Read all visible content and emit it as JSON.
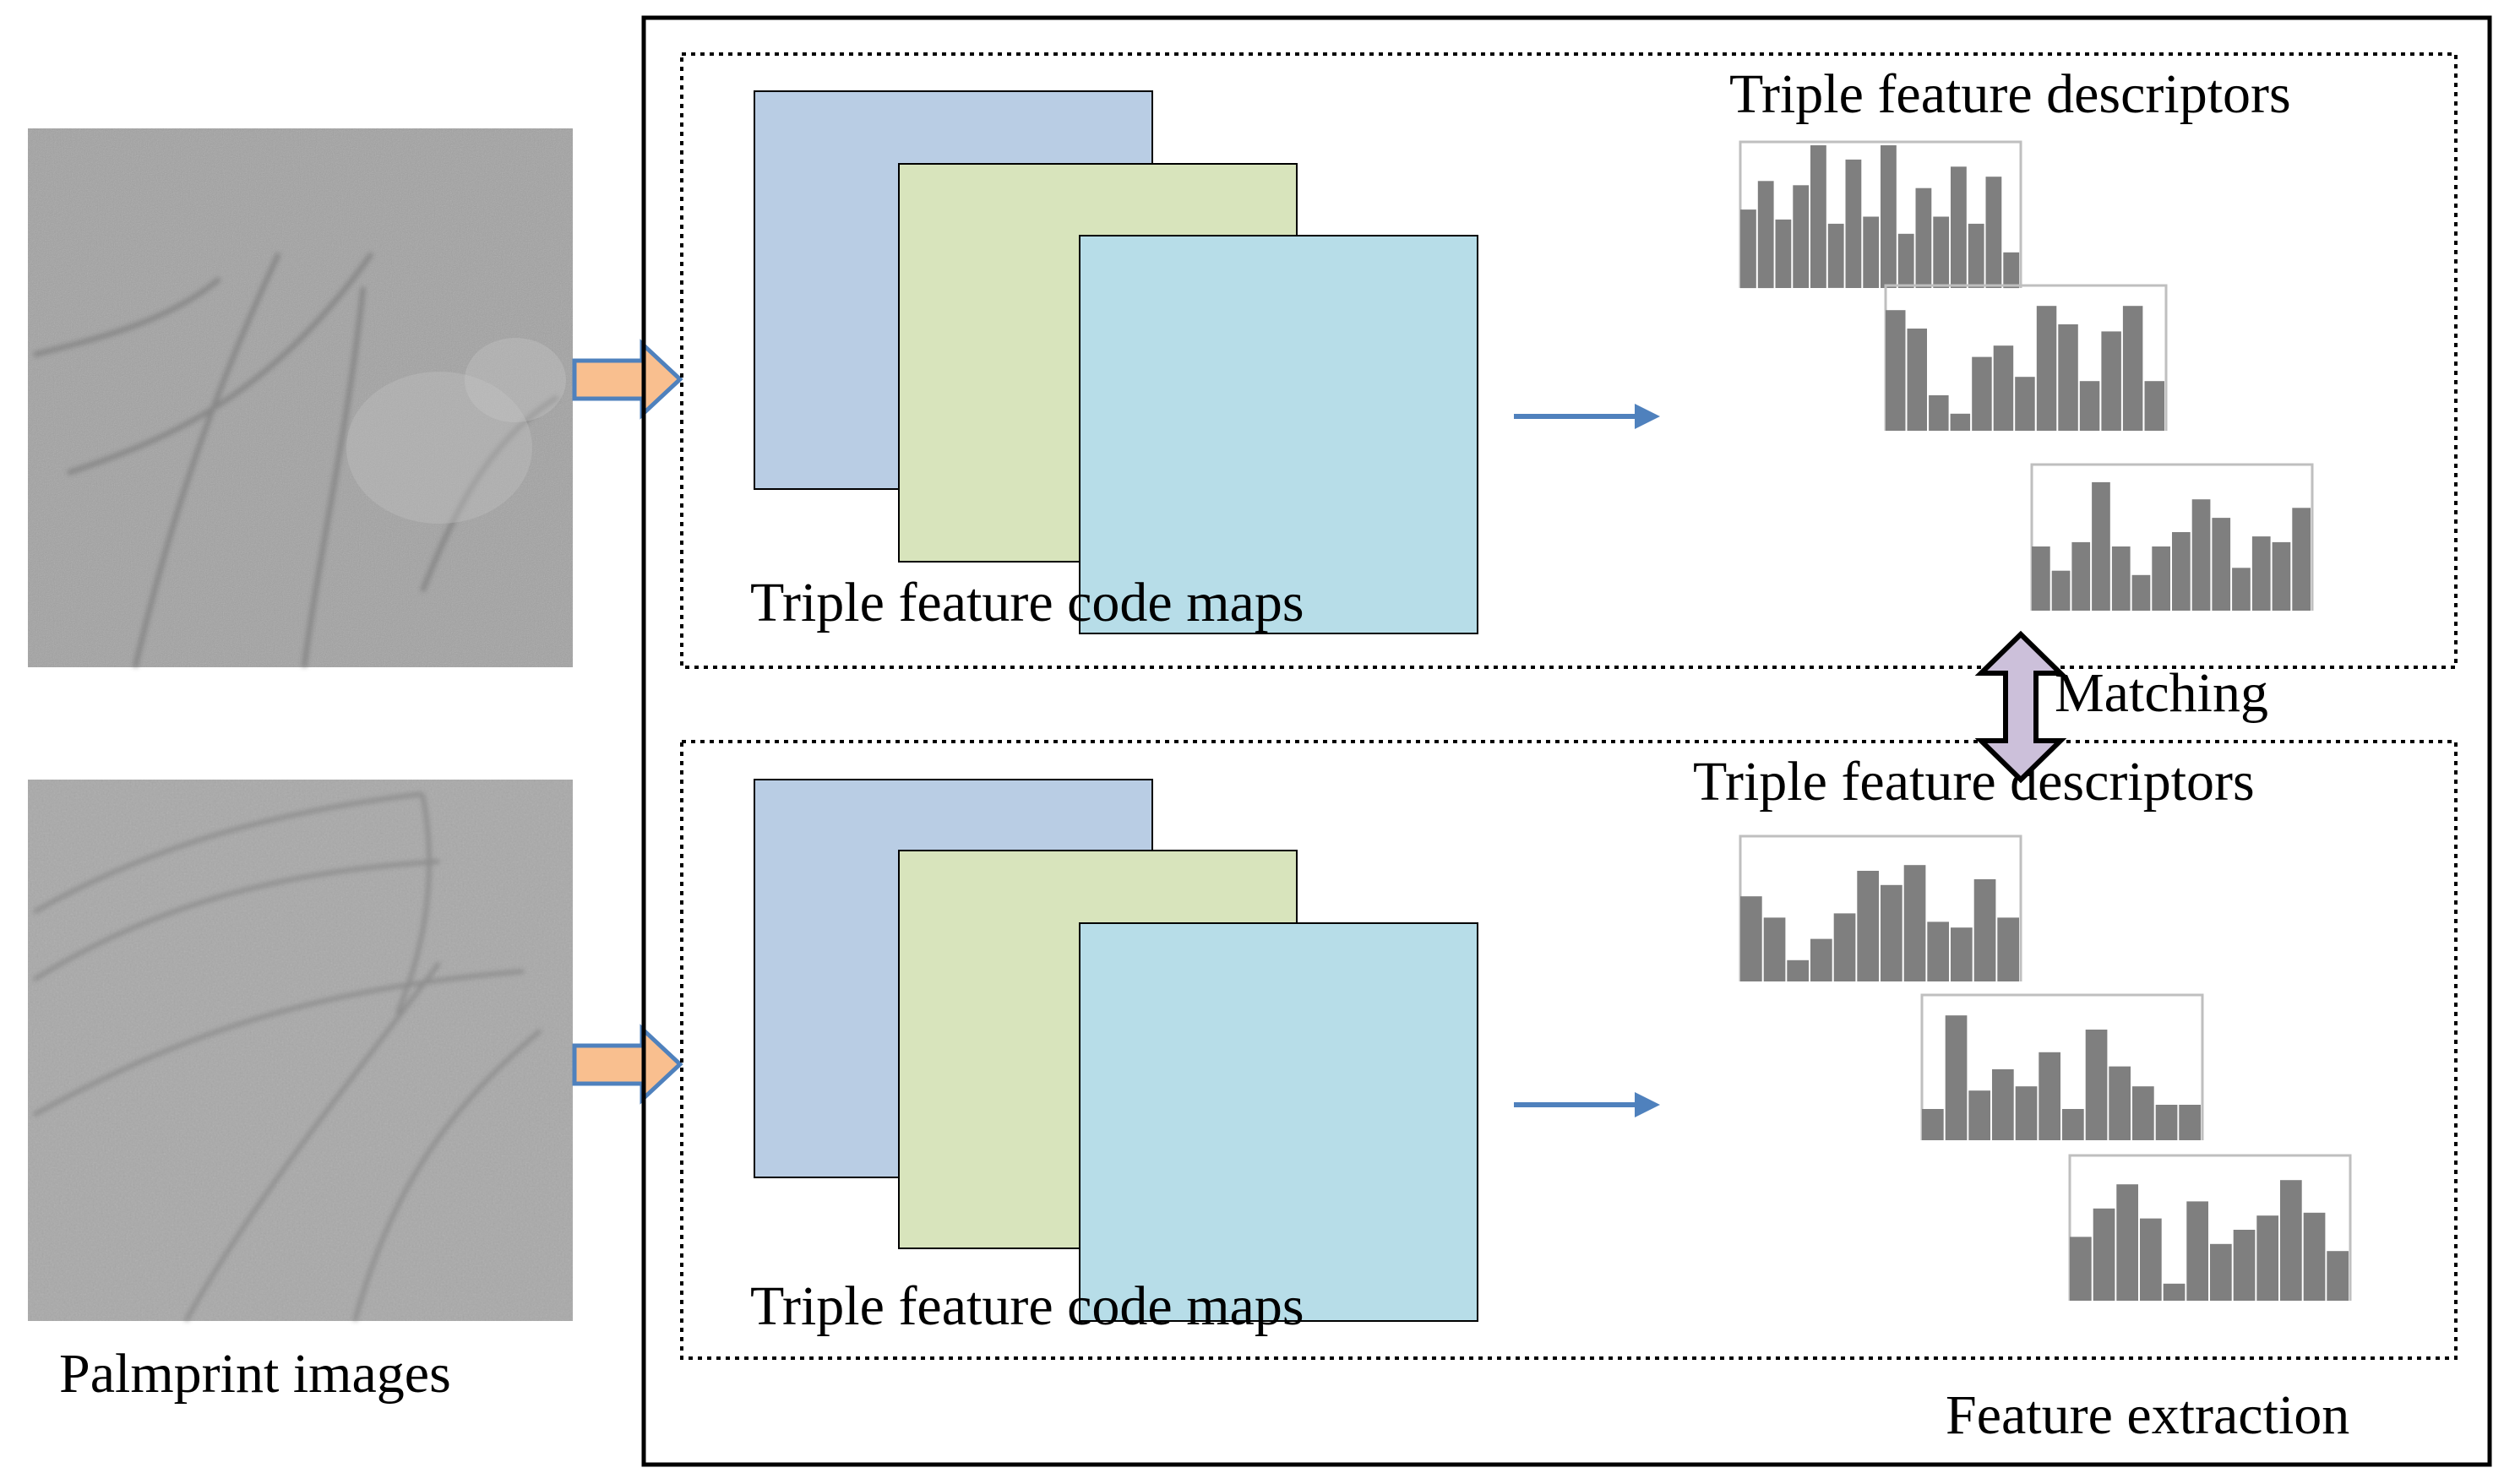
{
  "labels": {
    "palmprint_images": "Palmprint images",
    "feature_extraction": "Feature extraction",
    "matching": "Matching",
    "top_code_maps": "Triple feature code maps",
    "top_descriptors": "Triple feature descriptors",
    "bottom_code_maps": "Triple feature code maps",
    "bottom_descriptors": "Triple feature descriptors"
  },
  "colors": {
    "map_blue": "#b9cde4",
    "map_green": "#d8e4bc",
    "map_cyan": "#b7dde8",
    "input_arrow": "#f9bf8f",
    "matching_arrow": "#ccc0da",
    "flow_arrow": "#4f81bd",
    "histogram_bar": "#7f7f7f"
  },
  "histograms": {
    "top": [
      [
        0.55,
        0.75,
        0.48,
        0.72,
        1.0,
        0.45,
        0.9,
        0.5,
        1.0,
        0.38,
        0.7,
        0.5,
        0.85,
        0.45,
        0.78,
        0.25
      ],
      [
        0.85,
        0.72,
        0.25,
        0.12,
        0.52,
        0.6,
        0.38,
        0.88,
        0.75,
        0.35,
        0.7,
        0.88,
        0.35
      ],
      [
        0.45,
        0.28,
        0.48,
        0.9,
        0.45,
        0.25,
        0.45,
        0.55,
        0.78,
        0.65,
        0.3,
        0.52,
        0.48,
        0.72
      ]
    ],
    "bottom": [
      [
        0.6,
        0.45,
        0.15,
        0.3,
        0.48,
        0.78,
        0.68,
        0.82,
        0.42,
        0.38,
        0.72,
        0.45
      ],
      [
        0.22,
        0.88,
        0.35,
        0.5,
        0.38,
        0.62,
        0.22,
        0.78,
        0.52,
        0.38,
        0.25,
        0.25
      ],
      [
        0.45,
        0.65,
        0.82,
        0.58,
        0.12,
        0.7,
        0.4,
        0.5,
        0.6,
        0.85,
        0.62,
        0.35
      ]
    ]
  }
}
